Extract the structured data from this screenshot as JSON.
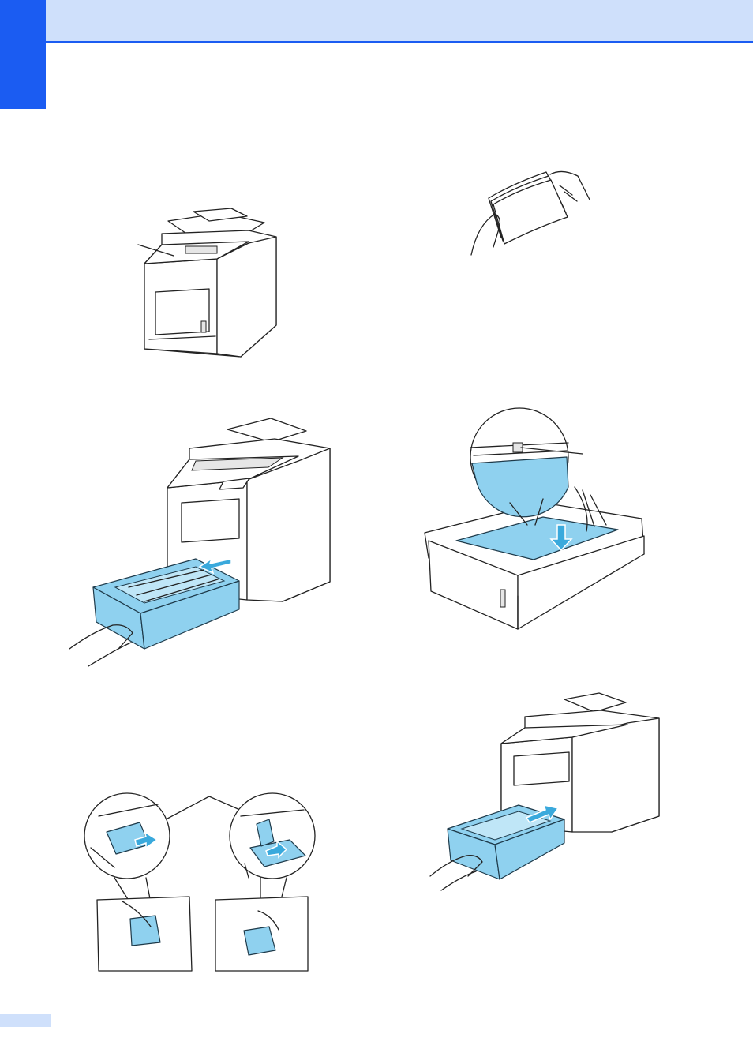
{
  "page": {
    "colors": {
      "header_fill": "#cfe0fb",
      "header_rule": "#1b5cf2",
      "chapter_tab": "#1b5cf2",
      "footer_fill": "#cfe0fb",
      "illustration_blue": "#8fd1ef"
    }
  },
  "illustrations": [
    {
      "id": "printer-closed",
      "icon": "printer-icon"
    },
    {
      "id": "fanned-paper-stack",
      "icon": "paper-stack-icon"
    },
    {
      "id": "tray-pulled-out",
      "icon": "paper-tray-icon"
    },
    {
      "id": "paper-loaded-in-tray",
      "icon": "paper-tray-icon"
    },
    {
      "id": "guide-adjust-closeups",
      "icon": "paper-guide-icon"
    },
    {
      "id": "tray-pushed-back",
      "icon": "printer-icon"
    }
  ]
}
